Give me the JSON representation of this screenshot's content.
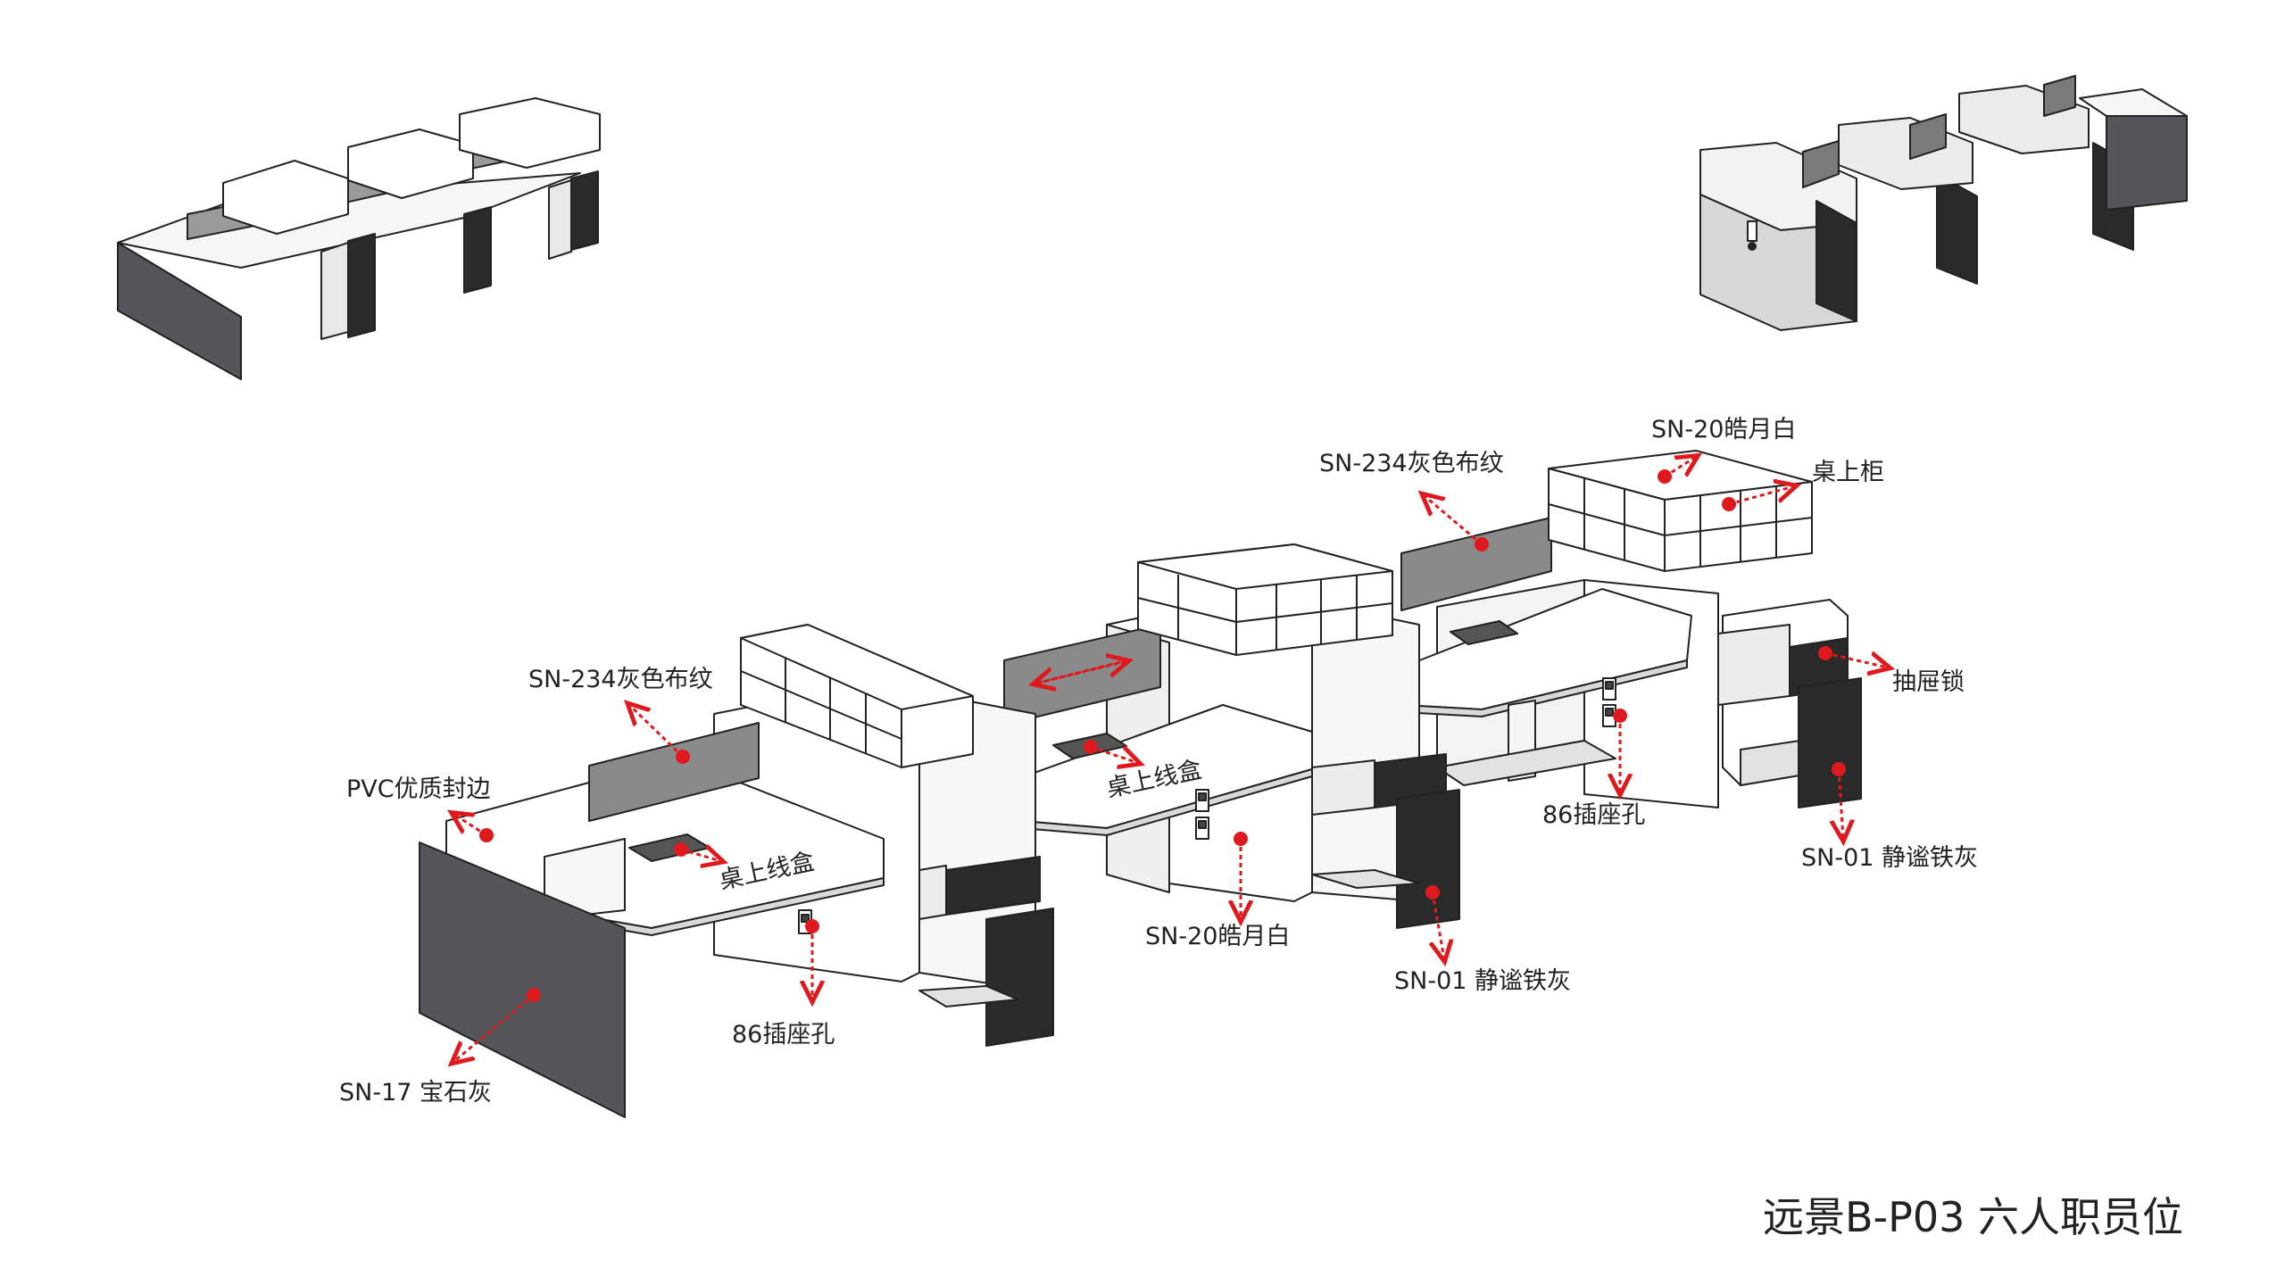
{
  "title": "远景B-P03 六人职员位",
  "colors": {
    "accent_red": "#e0191e",
    "dark_panel": "#56565a",
    "cabinet_dark": "#2a2a2a",
    "fabric_grey": "#8a8a8a",
    "line": "#222222",
    "white_surface": "#ffffff"
  },
  "callouts": [
    {
      "id": "pvc-edge",
      "text": "PVC优质封边"
    },
    {
      "id": "fabric-left",
      "text": "SN-234灰色布纹"
    },
    {
      "id": "gem-grey",
      "text": "SN-17 宝石灰"
    },
    {
      "id": "cable-box-1",
      "text": "桌上线盒"
    },
    {
      "id": "socket-1",
      "text": "86插座孔"
    },
    {
      "id": "cable-box-2",
      "text": "桌上线盒"
    },
    {
      "id": "moon-white-1",
      "text": "SN-20皓月白"
    },
    {
      "id": "iron-grey-1",
      "text": "SN-01 静谧铁灰"
    },
    {
      "id": "fabric-right",
      "text": "SN-234灰色布纹"
    },
    {
      "id": "moon-white-2",
      "text": "SN-20皓月白"
    },
    {
      "id": "desk-cabinet",
      "text": "桌上柜"
    },
    {
      "id": "drawer-lock",
      "text": "抽屉锁"
    },
    {
      "id": "socket-2",
      "text": "86插座孔"
    },
    {
      "id": "iron-grey-2",
      "text": "SN-01 静谧铁灰"
    }
  ],
  "thumbnails": [
    {
      "id": "front-view-thumbnail"
    },
    {
      "id": "back-view-thumbnail"
    }
  ]
}
